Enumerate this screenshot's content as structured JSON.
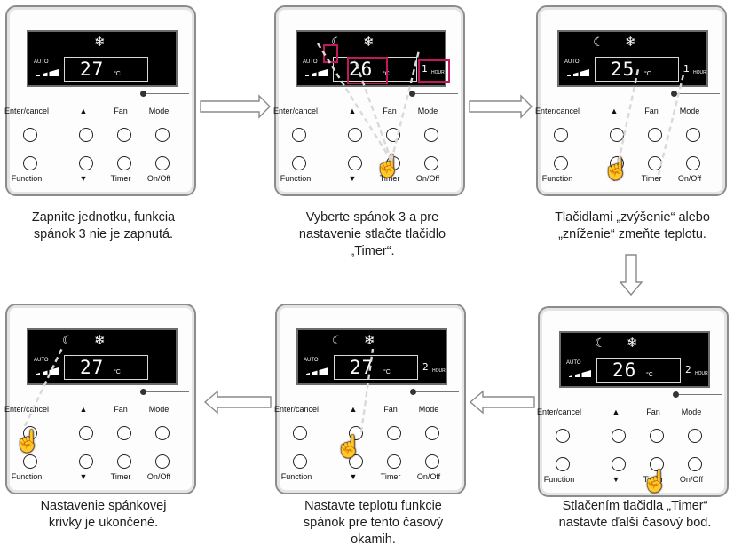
{
  "buttons": {
    "enter_cancel": "Enter/cancel",
    "up": "▲",
    "fan": "Fan",
    "mode": "Mode",
    "function": "Function",
    "down": "▼",
    "timer": "Timer",
    "on_off": "On/Off"
  },
  "display": {
    "auto": "AUTO",
    "unit": "°C",
    "hour_label": "HOUR"
  },
  "steps": [
    {
      "temp": "27",
      "hours": "",
      "moon": false,
      "caption_lines": [
        "Zapnite jednotku, funkcia",
        "spánok 3 nie je zapnutá."
      ]
    },
    {
      "temp": "26",
      "hours": "1",
      "moon": true,
      "caption_lines": [
        "Vyberte spánok 3 a pre",
        "nastavenie stlačte tlačidlo",
        "„Timer“."
      ]
    },
    {
      "temp": "25",
      "hours": "1",
      "moon": true,
      "caption_lines": [
        "Tlačidlami „zvýšenie“ alebo",
        "„zníženie“ zmeňte teplotu."
      ]
    },
    {
      "temp": "26",
      "hours": "2",
      "moon": true,
      "caption_lines": [
        "Stlačením tlačidla „Timer“",
        "nastavte ďalší časový bod."
      ]
    },
    {
      "temp": "27",
      "hours": "2",
      "moon": true,
      "caption_lines": [
        "Nastavte teplotu funkcie",
        "spánok pre tento časový",
        "okamih."
      ]
    },
    {
      "temp": "27",
      "hours": "",
      "moon": true,
      "caption_lines": [
        "Nastavenie spánkovej",
        "krivky je ukončené."
      ]
    }
  ],
  "colors": {
    "highlight": "#c2185b",
    "panel_border": "#8c8c8c"
  },
  "icons": [
    "moon-icon",
    "snowflake-icon",
    "signal-bars-icon",
    "pointing-hand-icon",
    "arrow-icon"
  ]
}
